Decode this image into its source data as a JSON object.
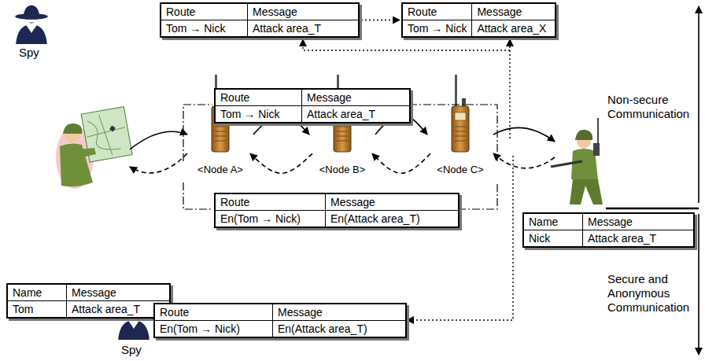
{
  "diagram": {
    "nodes": [
      {
        "text": [
          "Route",
          "Message",
          "Tom → Nick",
          "Attack area_T"
        ]
      },
      {
        "text": [
          "Route",
          "Message",
          "Tom → Nick",
          "Attack area_X"
        ]
      },
      {
        "text": [
          "Route",
          "Message",
          "Tom → Nick",
          "Attack area_T"
        ]
      },
      {
        "text": [
          "Name",
          "Message",
          "Tom",
          "Attack area_T"
        ]
      },
      {
        "text": [
          "<Node A>"
        ]
      },
      {
        "text": [
          "<Node B>"
        ]
      },
      {
        "text": [
          "<Node C>"
        ]
      },
      {
        "text": [
          "Name",
          "Message",
          "Nick",
          "Attack area_T"
        ]
      },
      {
        "text": [
          "Route",
          "Message",
          "En(Tom → Nick)",
          "En(Attack area_T)"
        ]
      },
      {
        "text": [
          "Route",
          "Message",
          "En(Tom → Nick)",
          "En(Attack area_T)"
        ]
      }
    ],
    "edges": [
      {
        "from": 0,
        "to": 1,
        "arrow": "to"
      },
      {
        "from": 4,
        "to": 5,
        "arrow": "to"
      },
      {
        "from": 5,
        "to": 4,
        "arrow": "to"
      },
      {
        "from": 5,
        "to": 6,
        "arrow": "to"
      },
      {
        "from": 6,
        "to": 5,
        "arrow": "to"
      }
    ],
    "labels": [
      "Spy",
      "Spy",
      "Non-secure Communication",
      "Secure and Anonymous Communication"
    ]
  }
}
